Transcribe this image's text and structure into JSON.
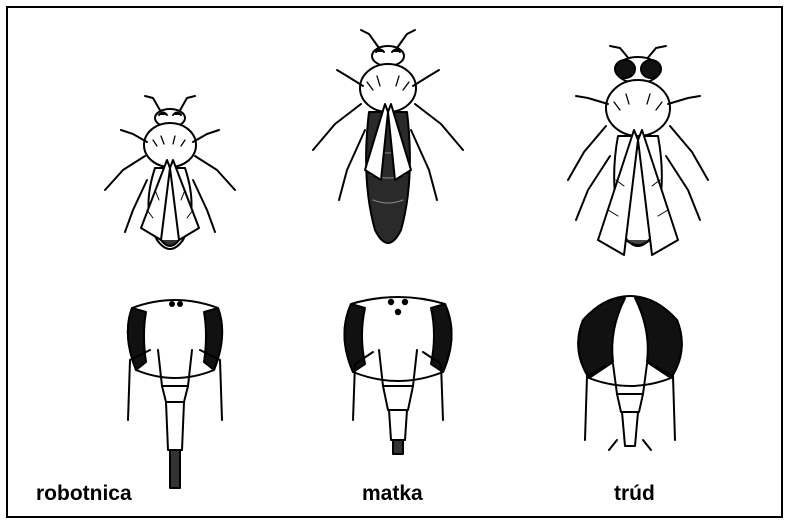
{
  "labels": {
    "worker": "robotnica",
    "queen": "matka",
    "drone": "trúd"
  }
}
